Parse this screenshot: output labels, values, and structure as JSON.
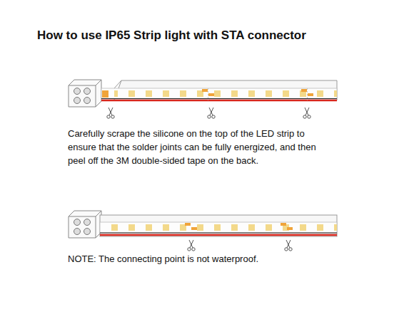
{
  "diagram": {
    "title": "How to use IP65 Strip light with STA connector",
    "labels": [
      "Carefully scrape the silicone on the top of the LED strip to ensure that the solder joints can be fully energized, and then peel off the 3M double-sided tape on the back.",
      "NOTE: The connecting point is not waterproof."
    ]
  }
}
